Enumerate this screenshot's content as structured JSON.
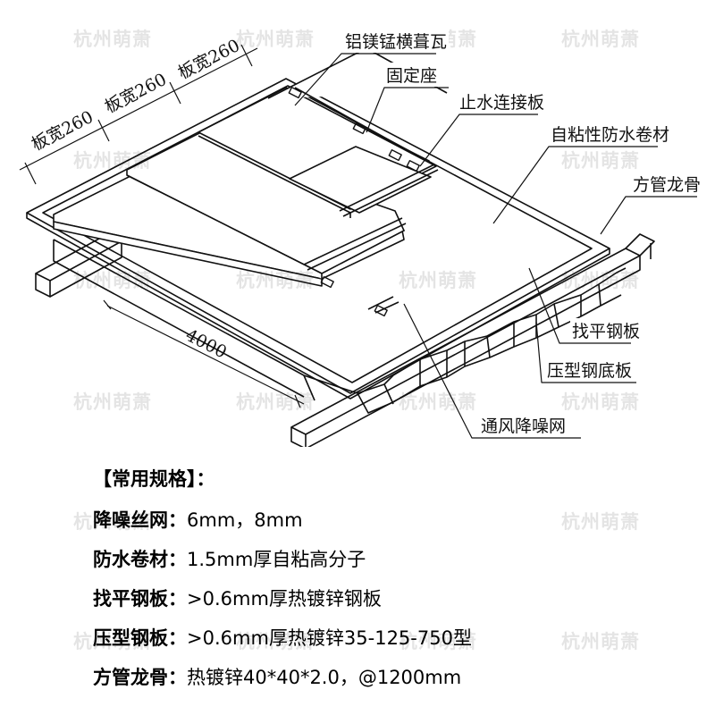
{
  "watermark": "杭州萌萧",
  "labels": {
    "tile": "铝镁锰横葺瓦",
    "seat": "固定座",
    "flashing": "止水连接板",
    "membrane": "自粘性防水卷材",
    "purlin": "方管龙骨",
    "leveling": "找平钢板",
    "deck": "压型钢底板",
    "mesh": "通风降噪网"
  },
  "dimensions": {
    "width_1": "板宽260",
    "width_2": "板宽260",
    "width_3": "板宽260",
    "length": "4000"
  },
  "specs": {
    "title": "【常用规格】：",
    "rows": [
      {
        "name": "降噪丝网：",
        "value": "6mm，8mm"
      },
      {
        "name": "防水卷材：",
        "value": "1.5mm厚自粘高分子"
      },
      {
        "name": "找平钢板：",
        "value": ">0.6mm厚热镀锌钢板"
      },
      {
        "name": "压型钢板：",
        "value": ">0.6mm厚热镀锌35-125-750型"
      },
      {
        "name": "方管龙骨：",
        "value": "热镀锌40*40*2.0，@1200mm"
      }
    ]
  }
}
